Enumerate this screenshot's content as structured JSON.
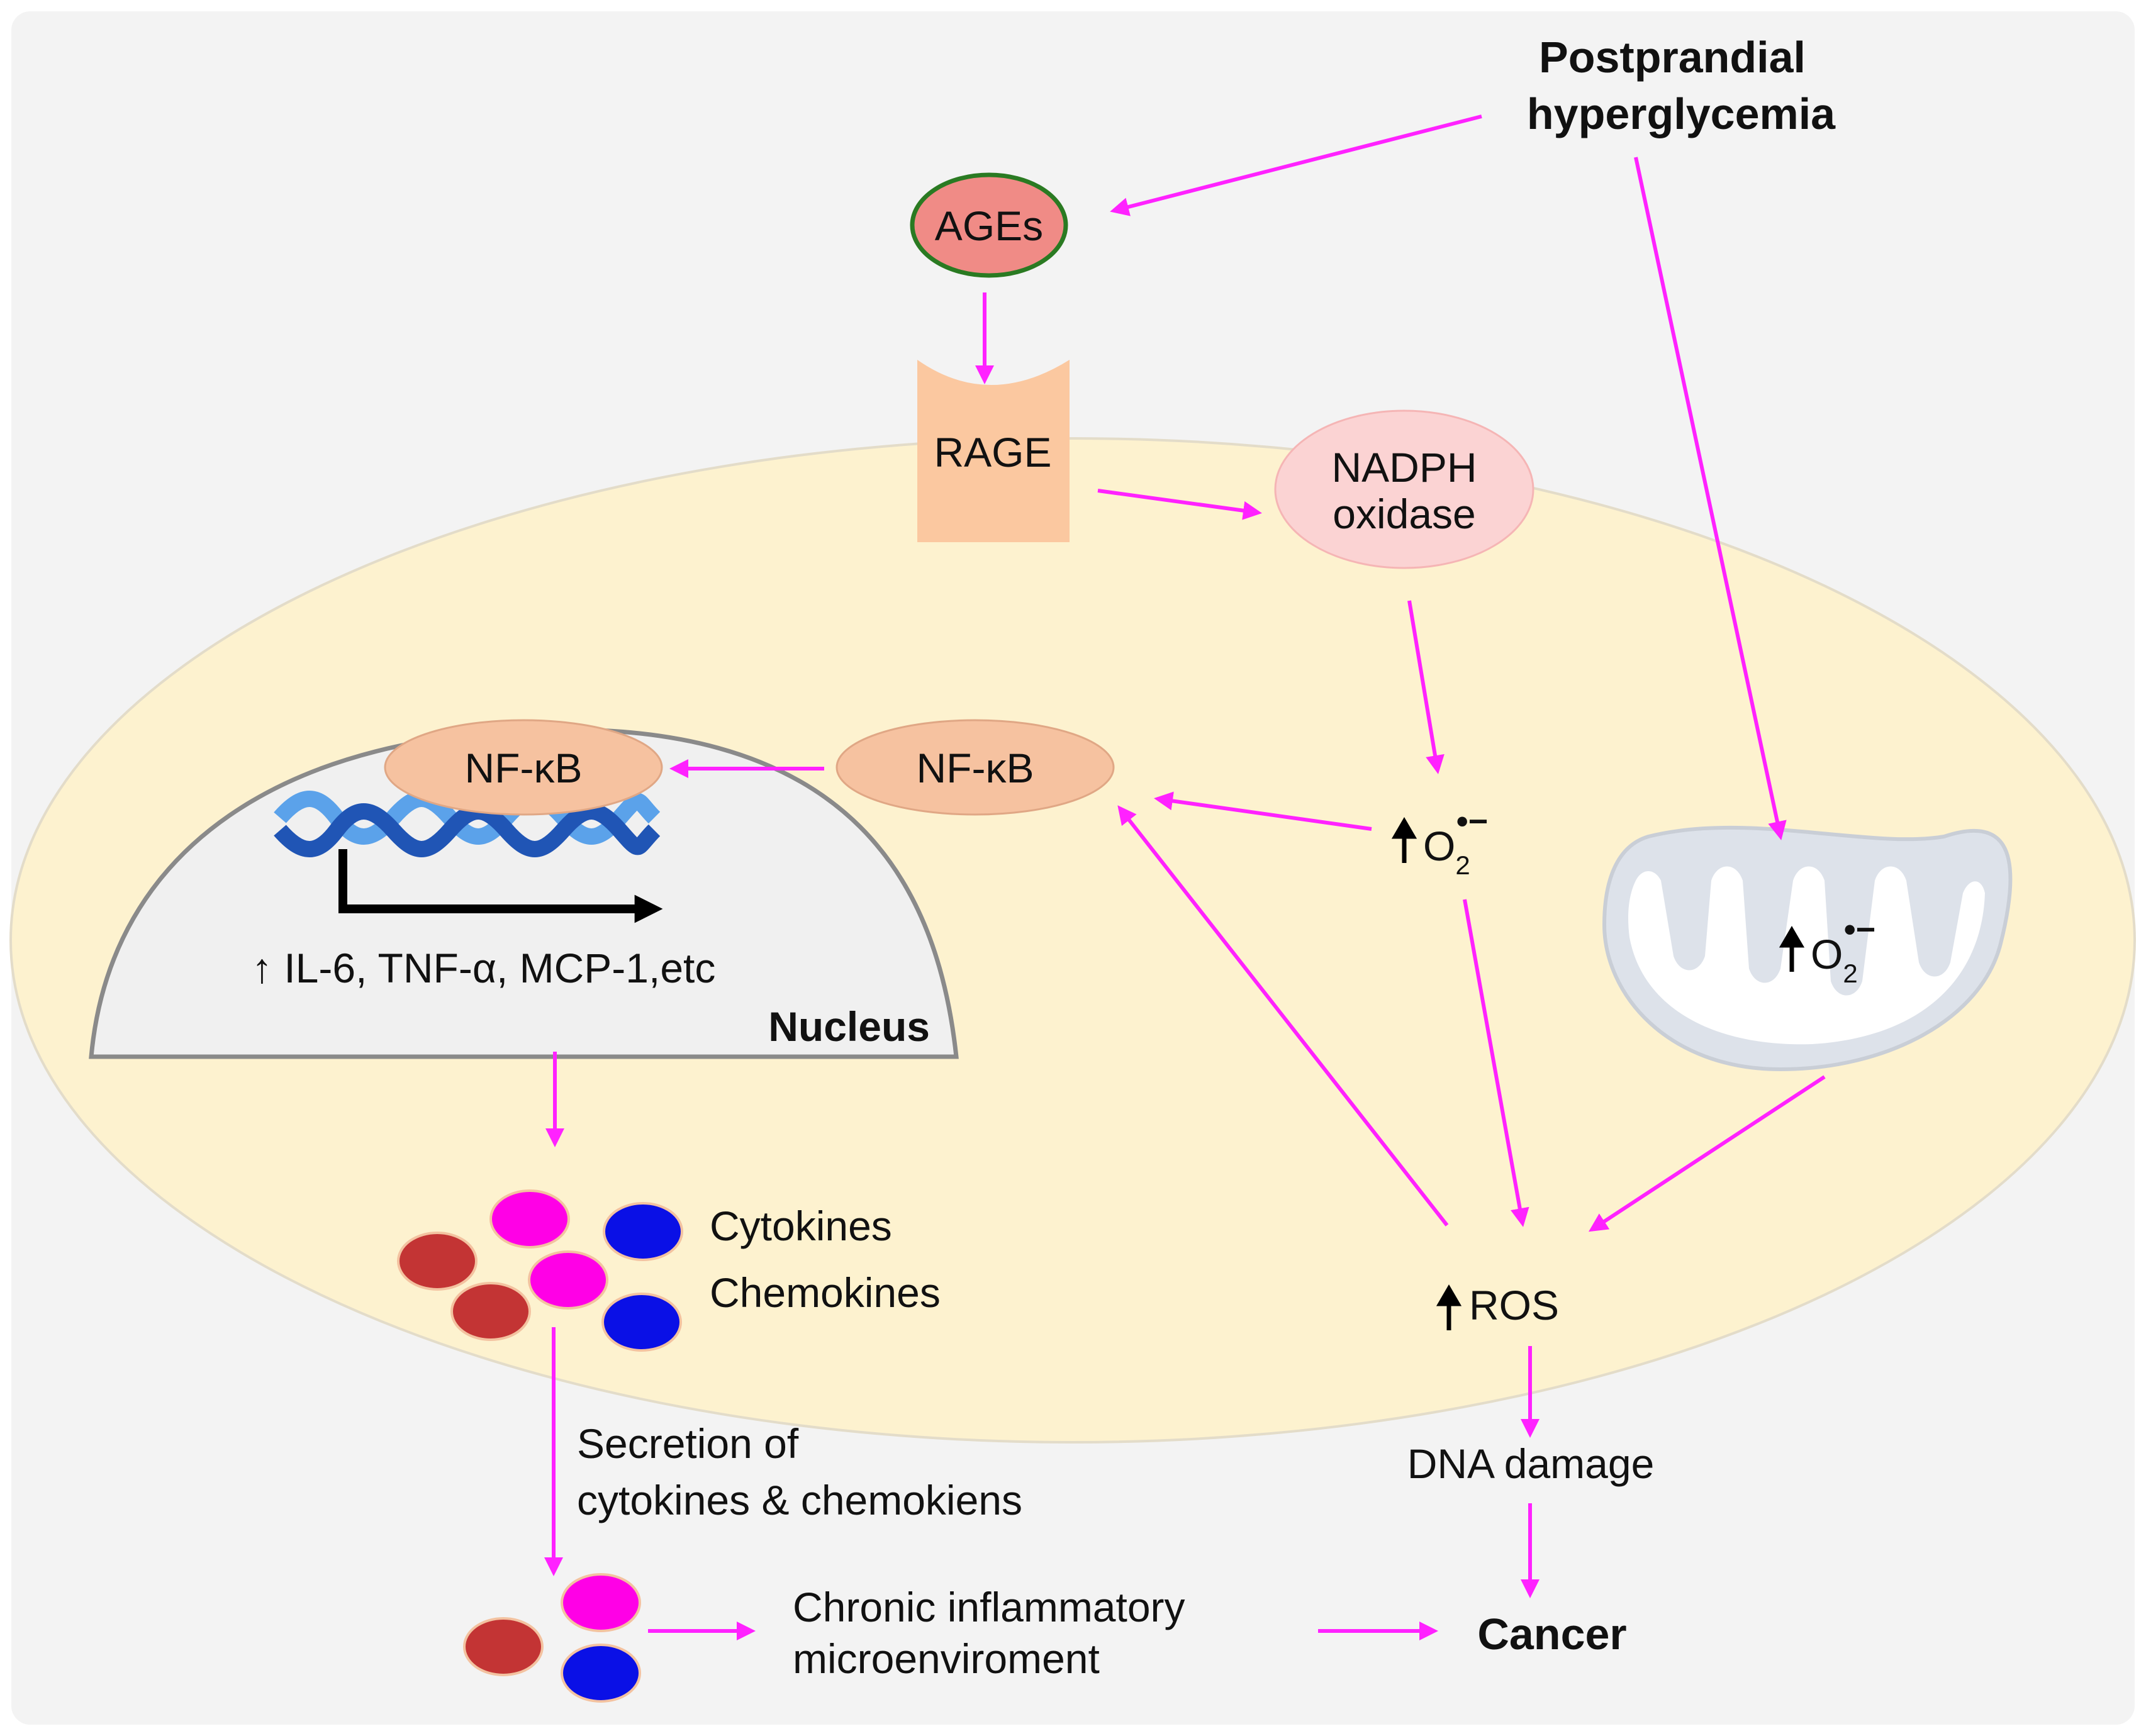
{
  "colors": {
    "background": "#f3f3f3",
    "cell": "#fdf2cf",
    "cell_border": "#e3dcc9",
    "arrow": "#ff22ff",
    "ages_fill": "#f08b86",
    "ages_border": "#2a7a22",
    "rage_fill": "#fbc8a0",
    "nadph_fill": "#fbd3d3",
    "nfkb_fill": "#f6c2a0",
    "nucleus_fill": "#f0f0f0",
    "nucleus_border": "#8a8a8a",
    "dna_light": "#5ba2ea",
    "dna_dark": "#2055b5",
    "mito_fill": "#dde2ea",
    "mito_inner": "#ffffff",
    "dot_red": "#c33434",
    "dot_magenta": "#ff00e6",
    "dot_blue": "#0a10e6"
  },
  "labels": {
    "trigger_line1": "Postprandial",
    "trigger_line2": "hyperglycemia",
    "ages": "AGEs",
    "rage": "RAGE",
    "nadph_line1": "NADPH",
    "nadph_line2": "oxidase",
    "nfkb_cyto": "NF-κB",
    "nfkb_nucleus": "NF-κB",
    "superoxide": "O",
    "superoxide_sub": "2",
    "superoxide_sup": "•−",
    "mito_superoxide": "O",
    "mito_superoxide_sub": "2",
    "mito_superoxide_sup": "•−",
    "genes": "↑ IL-6, TNF-α, MCP-1,etc",
    "nucleus": "Nucleus",
    "cytokines": "Cytokines",
    "chemokines": "Chemokines",
    "ros": "ROS",
    "secretion_line1": "Secretion of",
    "secretion_line2": "cytokines & chemokiens",
    "dna_damage": "DNA damage",
    "microenv_line1": "Chronic inflammatory",
    "microenv_line2": "microenviroment",
    "cancer": "Cancer"
  }
}
